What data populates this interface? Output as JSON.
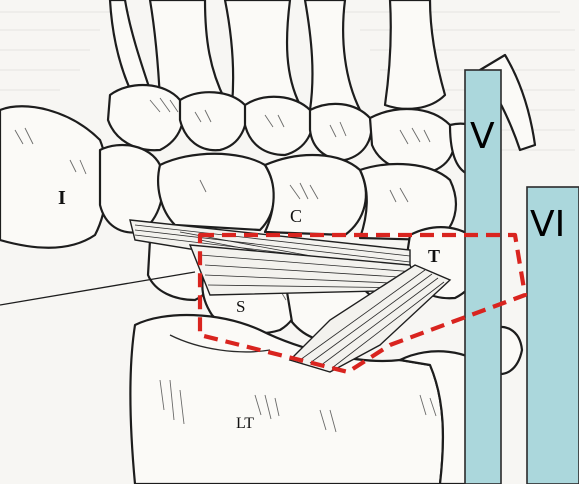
{
  "bone_labels": {
    "first": "I",
    "capitate": "C",
    "triquetrum": "T",
    "scaphoid": "S",
    "lunotriquetral": "LT"
  },
  "compartment_labels": {
    "fifth": "V",
    "sixth": "VI"
  },
  "colors": {
    "compartment_fill": "#abd7dc",
    "outline_dashed": "#d9241f",
    "ink": "#1d1d1d",
    "paper": "#fbfaf7"
  }
}
